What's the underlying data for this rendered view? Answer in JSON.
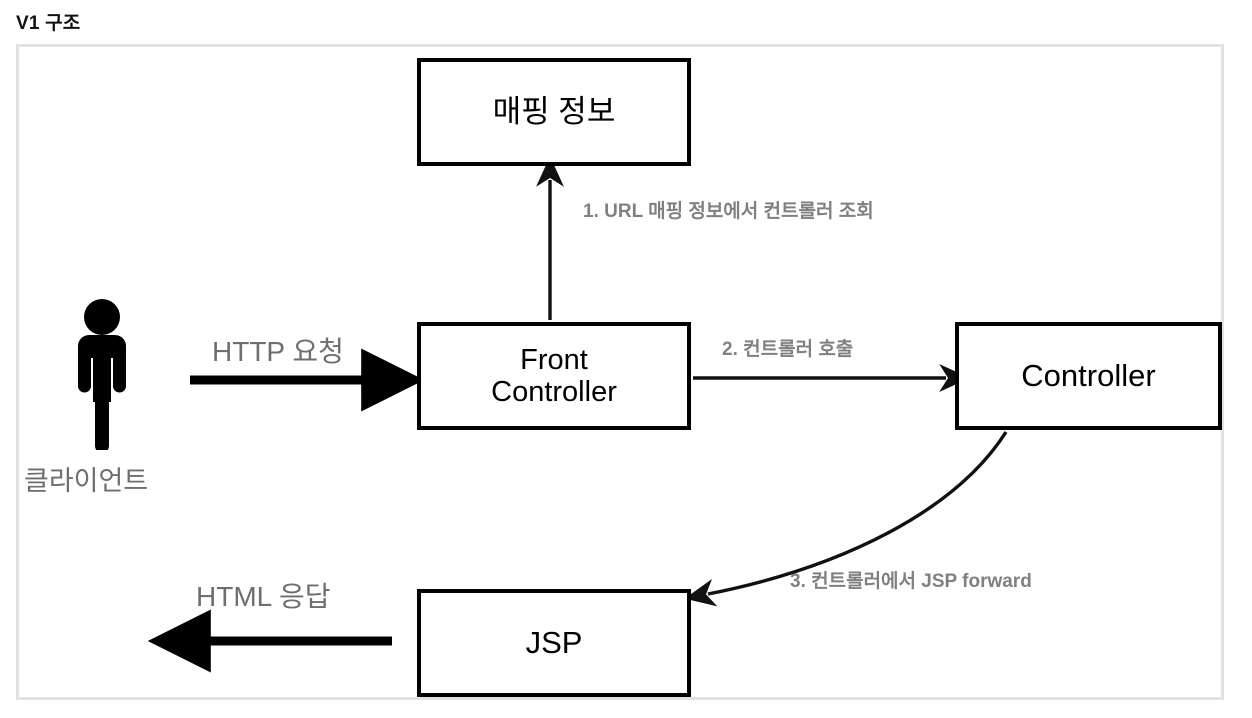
{
  "page": {
    "title": "V1 구조"
  },
  "diagram": {
    "type": "flow-diagram",
    "nodes": [
      {
        "id": "mapping-info",
        "label": "매핑 정보",
        "shape": "rectangle"
      },
      {
        "id": "front-controller",
        "label": "Front\nController",
        "shape": "rectangle"
      },
      {
        "id": "controller",
        "label": "Controller",
        "shape": "rectangle"
      },
      {
        "id": "jsp",
        "label": "JSP",
        "shape": "rectangle"
      },
      {
        "id": "client",
        "label": "클라이언트",
        "shape": "actor"
      }
    ],
    "edges": [
      {
        "id": "edge-client-to-front",
        "from": "client",
        "to": "front-controller",
        "label": "HTTP 요청",
        "style": "solid-thick",
        "direction": "right"
      },
      {
        "id": "edge-front-to-mapping",
        "from": "front-controller",
        "to": "mapping-info",
        "label": "1. URL 매핑 정보에서 컨트롤러 조회",
        "style": "solid-thin",
        "direction": "up"
      },
      {
        "id": "edge-front-to-controller",
        "from": "front-controller",
        "to": "controller",
        "label": "2. 컨트롤러 호출",
        "style": "solid-thin",
        "direction": "right"
      },
      {
        "id": "edge-controller-to-jsp",
        "from": "controller",
        "to": "jsp",
        "label": "3. 컨트롤러에서 JSP forward",
        "style": "curved-thin",
        "direction": "down-left"
      },
      {
        "id": "edge-jsp-to-client",
        "from": "jsp",
        "to": "client",
        "label": "HTML 응답",
        "style": "solid-thick",
        "direction": "left"
      }
    ],
    "colors": {
      "node_border": "#000000",
      "node_fill": "#ffffff",
      "frame_border": "#e2e2e2",
      "step_label_text": "#808080",
      "plain_label_text": "#6e6e6e",
      "arrow": "#000000",
      "title_text": "#111111"
    }
  }
}
